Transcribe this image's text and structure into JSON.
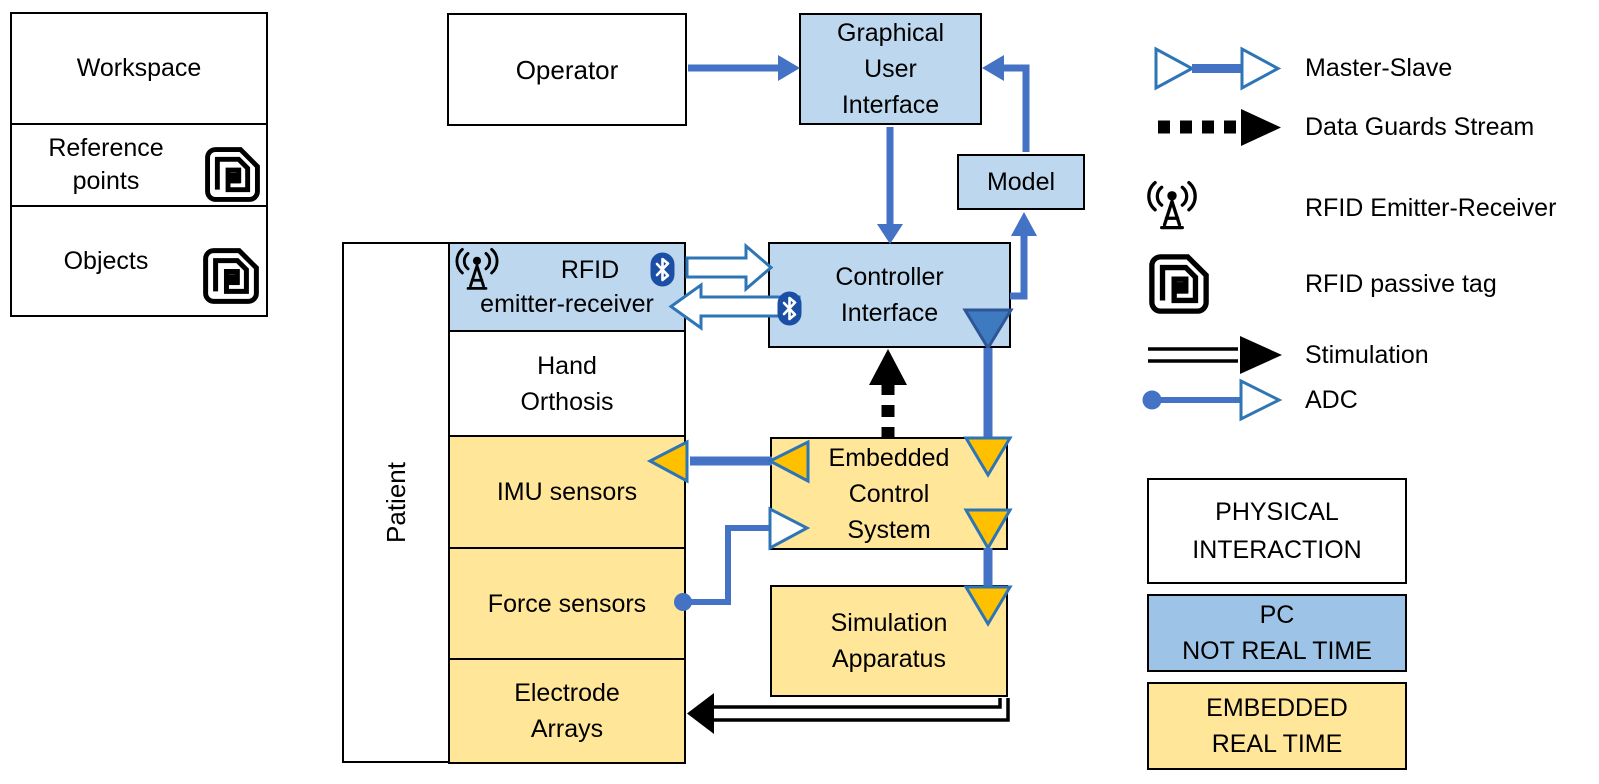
{
  "colors": {
    "accent_blue": "#4472C4",
    "box_blue": "#BDD7EE",
    "legend_blue": "#9DC3E6",
    "box_orange": "#FFE699",
    "triangle_orange": "#FFC000",
    "outline_blue": "#2E75B6",
    "badge_blue": "#1B4FA5",
    "dark_triangle_blue": "#3D7ABF"
  },
  "panel": {
    "workspace": "Workspace",
    "reference_points": "Reference\npoints",
    "objects": "Objects"
  },
  "nodes": {
    "operator": "Operator",
    "gui": "Graphical\nUser\nInterface",
    "model": "Model",
    "controller_interface": "Controller\nInterface",
    "rfid_line1": "RFID",
    "rfid_line2": "emitter-receiver",
    "hand_orthosis": "Hand\nOrthosis",
    "imu": "IMU sensors",
    "force": "Force sensors",
    "electrode": "Electrode\nArrays",
    "ecs": "Embedded\nControl\nSystem",
    "sim": "Simulation\nApparatus",
    "patient": "Patient"
  },
  "legend": {
    "items": [
      {
        "symbol": "master-slave-arrow",
        "label": "Master-Slave"
      },
      {
        "symbol": "dashed-black-arrow",
        "label": "Data Guards Stream"
      },
      {
        "symbol": "antenna-icon",
        "label": "RFID Emitter-Receiver"
      },
      {
        "symbol": "rfid-tag-icon",
        "label": "RFID passive tag"
      },
      {
        "symbol": "double-line-arrow",
        "label": "Stimulation"
      },
      {
        "symbol": "dot-line-hollow-triangle",
        "label": "ADC"
      }
    ]
  },
  "legend_boxes": {
    "physical": "PHYSICAL\nINTERACTION",
    "pc": "PC\nNOT REAL TIME",
    "embedded": "EMBEDDED\nREAL TIME"
  }
}
